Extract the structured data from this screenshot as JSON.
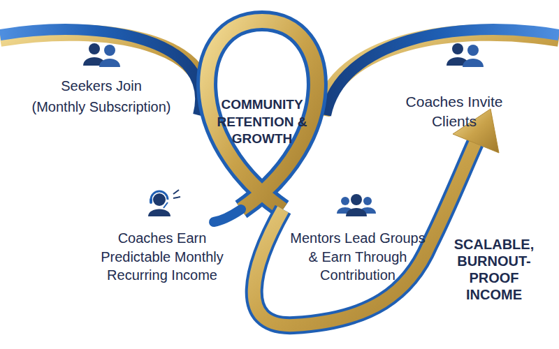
{
  "diagram": {
    "nodes": [
      {
        "text": [
          "Seekers Join",
          "(Monthly Subscription)"
        ]
      },
      {
        "text": [
          "COMMUNITY RETENTION & GROWTH"
        ]
      },
      {
        "text": [
          "Coaches Invite Clients"
        ]
      },
      {
        "text": [
          "Coaches Earn Predictable Monthly Recurring Income"
        ]
      },
      {
        "text": [
          "Mentors Lead Groups & Earn Through Contribution"
        ]
      }
    ],
    "labels": [
      "SCALABLE, BURNOUT-PROOF INCOME"
    ]
  }
}
